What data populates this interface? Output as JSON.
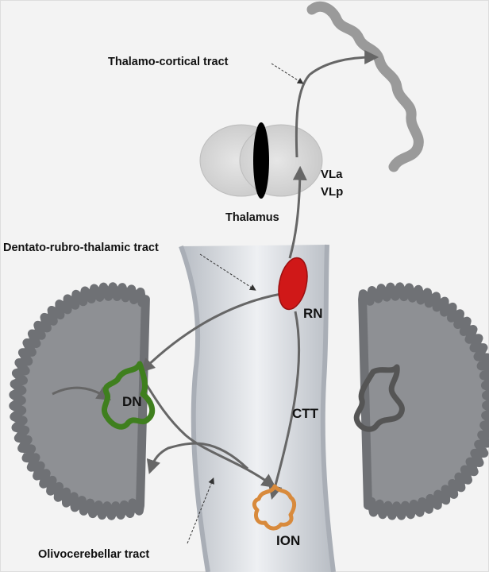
{
  "labels": {
    "thalamo_cortical_tract": "Thalamo-cortical tract",
    "dentato_rubro_thalamic_tract": "Dentato-rubro-thalamic tract",
    "olivocerebellar_tract": "Olivocerebellar tract",
    "thalamus": "Thalamus",
    "vla": "VLa",
    "vlp": "VLp",
    "rn": "RN",
    "dn": "DN",
    "ctt": "CTT",
    "ion": "ION"
  },
  "colors": {
    "cerebellum_fill": "#8e9094",
    "cerebellum_rim": "#6e7074",
    "brainstem_fill": "#c9cdd3",
    "thalamus_fill": "#d3d3d3",
    "thalamus_divider": "#000000",
    "cortex_ribbon": "#9a9a9a",
    "red_nucleus": "#d01818",
    "dentate_nucleus": "#3f7f1e",
    "dentate_contralateral": "#555555",
    "inferior_olive": "#d88a3c",
    "arrow": "#666666",
    "leader": "#333333"
  }
}
